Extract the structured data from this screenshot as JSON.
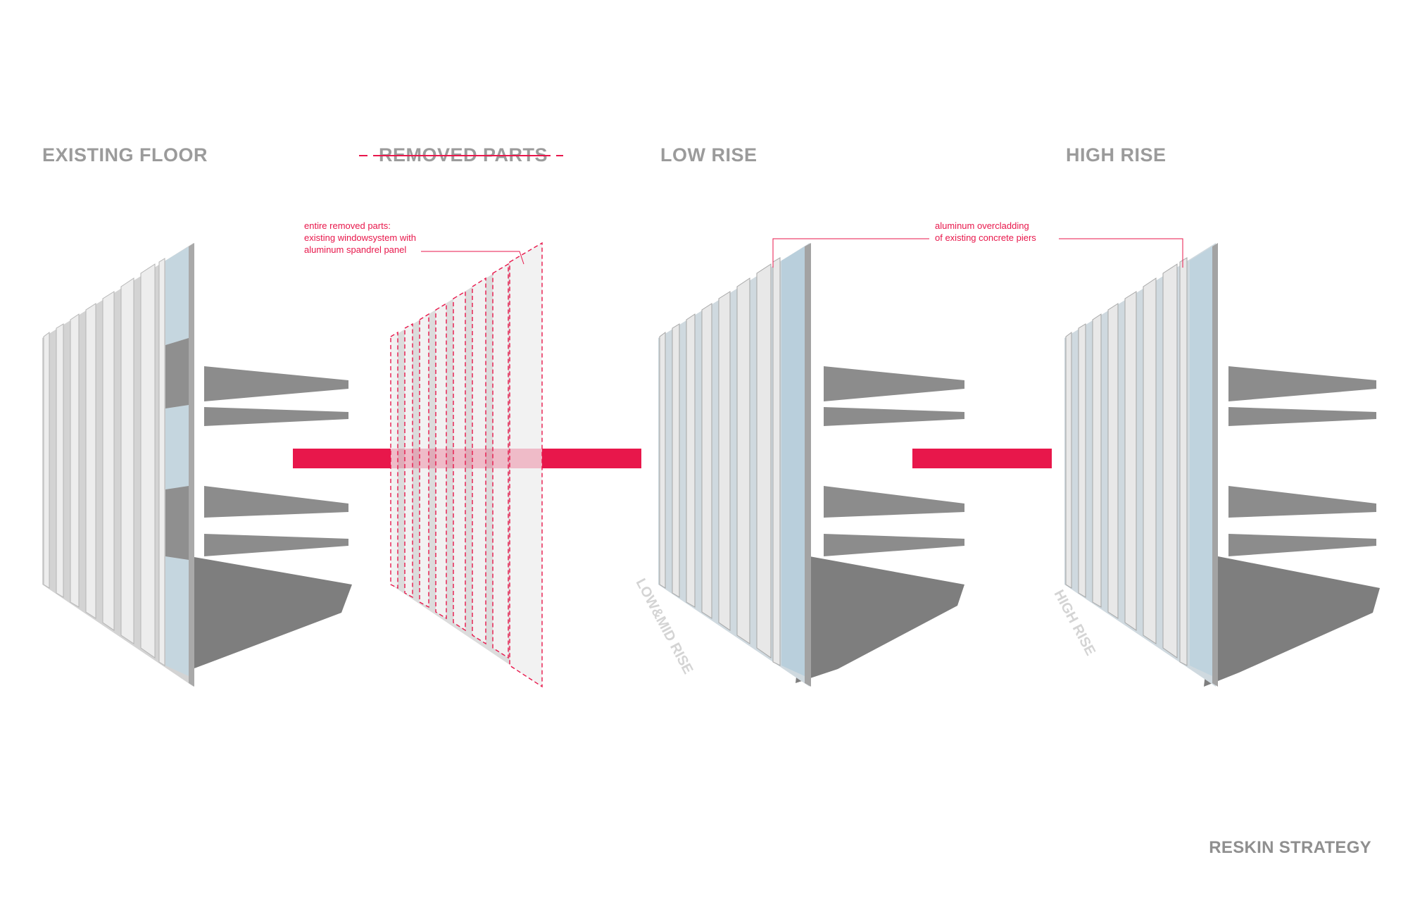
{
  "titles": {
    "existing": "EXISTING FLOOR",
    "removed": "REMOVED PARTS",
    "low": "LOW RISE",
    "high": "HIGH RISE"
  },
  "annotations": {
    "removed_parts": "entire removed parts:\nexisting windowsystem with\naluminum spandrel panel",
    "overcladding": "aluminum overcladding\nof existing concrete piers"
  },
  "facade_labels": {
    "low_mid": "LOW&MID RISE",
    "high": "HIGH RISE"
  },
  "footer": "RESKIN STRATEGY",
  "colors": {
    "accent": "#e8174b",
    "title_gray": "#9b9b9b",
    "slab": "#808080",
    "glass": "#c9dae3",
    "pier": "#e6e6e6"
  }
}
